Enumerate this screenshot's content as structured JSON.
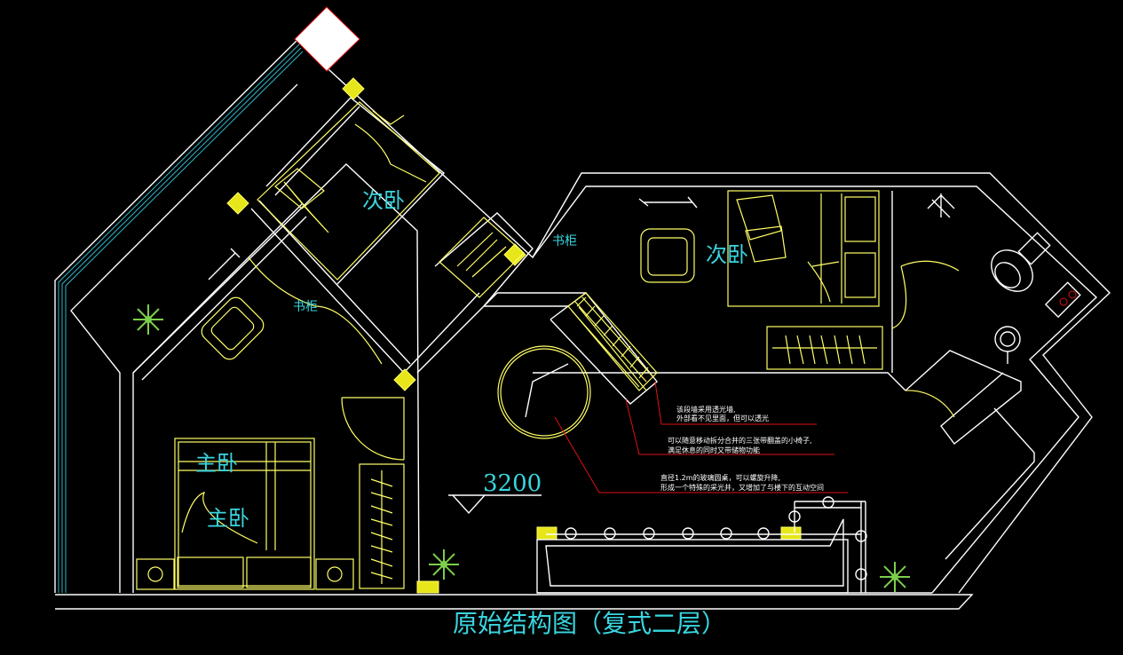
{
  "drawing": {
    "title": "原始结构图（复式二层）",
    "rooms": {
      "master_bedroom_1": "主卧",
      "master_bedroom_2": "主卧",
      "second_bedroom_left": "次卧",
      "second_bedroom_right": "次卧"
    },
    "cabinets": {
      "bookcase_left": "书柜",
      "bookcase_right": "书柜"
    },
    "dimension": "3200",
    "notes": {
      "glass_brick_1": "该段墙采用透光墙,",
      "glass_brick_2": "外部看不见里面，但可以透光",
      "stools_1": "可以随意移动拆分合并的三张带翻盖的小椅子,",
      "stools_2": "满足休息的同时又带储物功能",
      "round_table_1": "直径1.2m的玻璃圆桌，可以螺旋升降,",
      "round_table_2": "形成一个特殊的采光井，又增加了与楼下的互动空间"
    },
    "colors": {
      "background": "#000000",
      "wall": "#ffffff",
      "furniture": "#ffff66",
      "text": "#39d6e0",
      "leader": "#e01010",
      "plant": "#7ccf4a"
    }
  }
}
